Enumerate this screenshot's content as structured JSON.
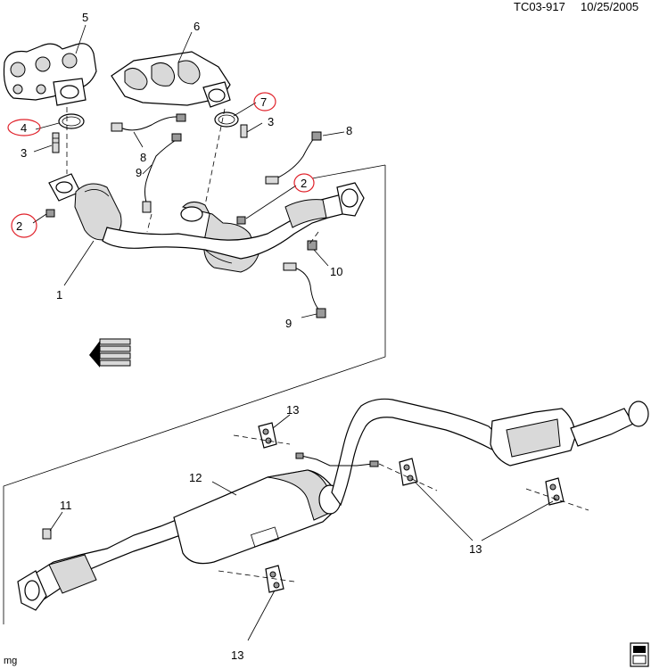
{
  "header": {
    "drawing_id": "TC03-917",
    "date": "10/25/2005"
  },
  "footer": {
    "mark": "mg"
  },
  "callouts": {
    "c1": "1",
    "c2a": "2",
    "c2b": "2",
    "c3a": "3",
    "c3b": "3",
    "c4": "4",
    "c5": "5",
    "c6": "6",
    "c7": "7",
    "c8a": "8",
    "c8b": "8",
    "c9a": "9",
    "c9b": "9",
    "c10": "10",
    "c11": "11",
    "c12": "12",
    "c13a": "13",
    "c13b": "13",
    "c13c": "13"
  },
  "highlight_color": "#e0212a"
}
